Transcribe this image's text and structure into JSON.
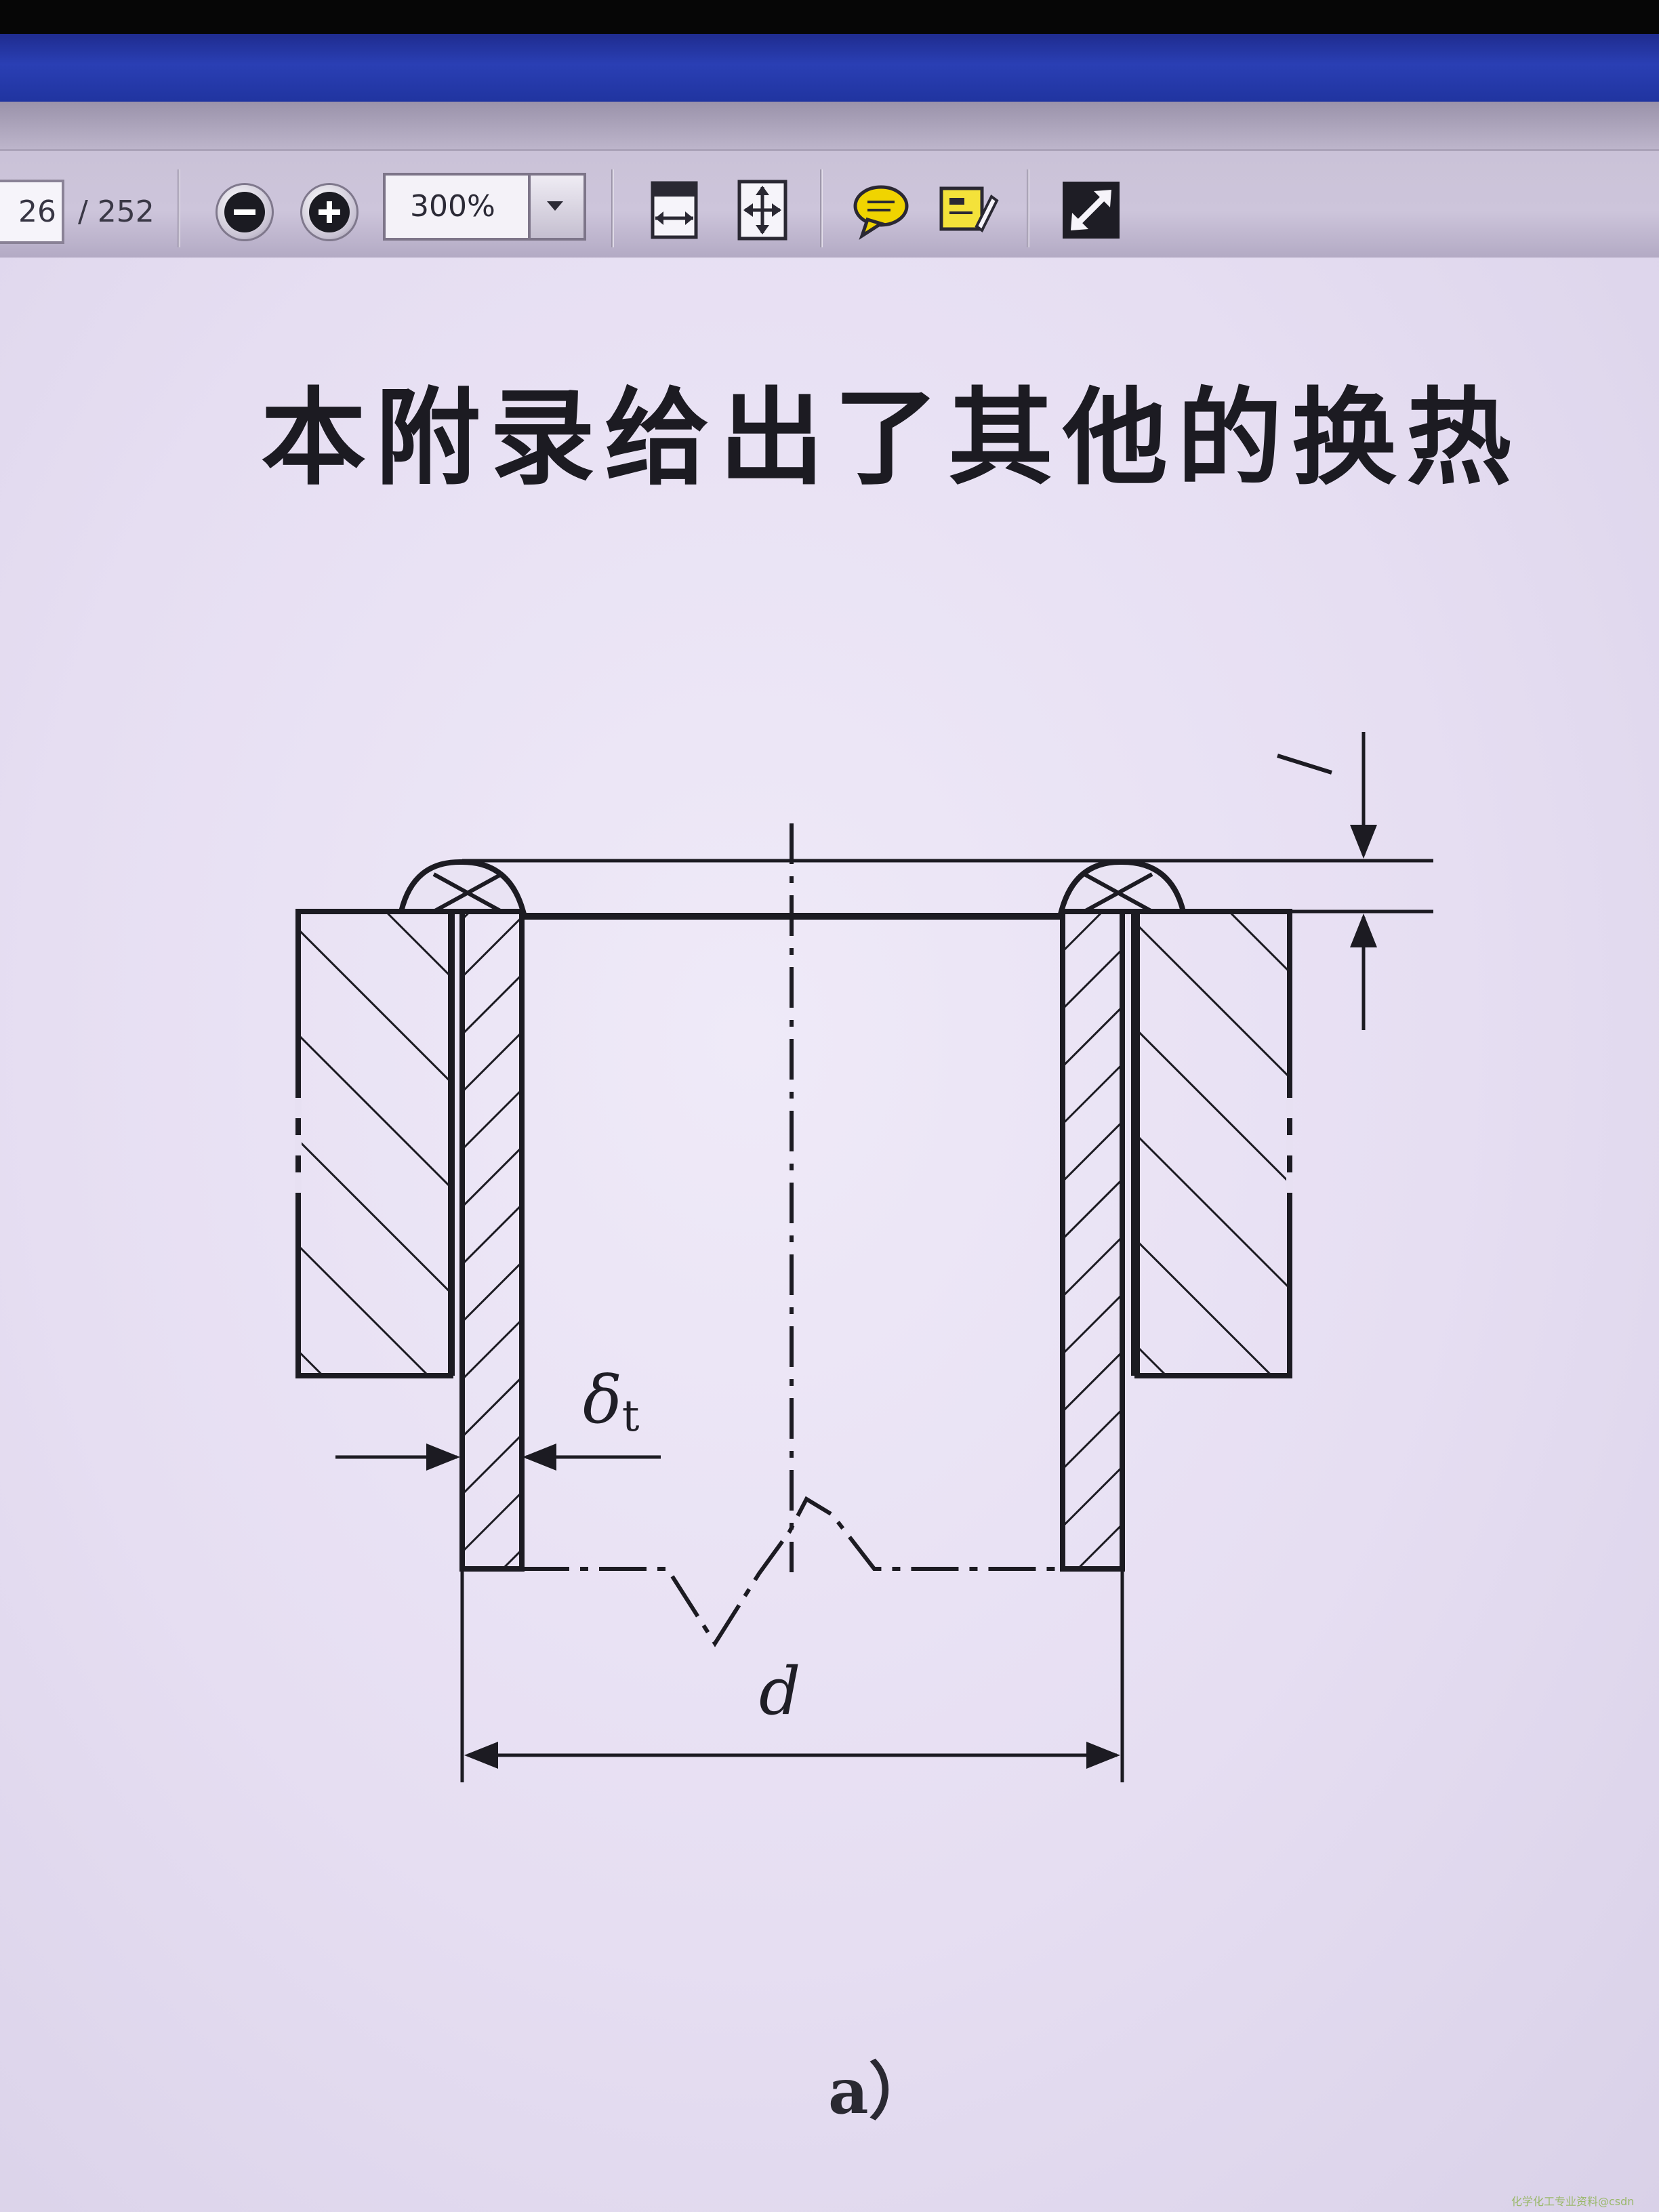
{
  "toolbar": {
    "page_current": "26",
    "page_total": "/ 252",
    "zoom_value": "300%"
  },
  "icons": {
    "zoom_out": "zoom-out-icon",
    "zoom_in": "zoom-in-icon",
    "fit_width": "fit-width-icon",
    "fit_page": "fit-page-icon",
    "comment": "comment-icon",
    "highlight": "highlight-note-icon",
    "full_screen": "full-screen-icon"
  },
  "document": {
    "heading": "本附录给出了其他的换热",
    "label_delta": "δ",
    "label_delta_sub": "t",
    "label_d": "d",
    "caption": "a）",
    "watermark": "化学化工专业资料@csdn"
  },
  "colors": {
    "title_bar": "#2a3fb4",
    "toolbar": "#cdc5db",
    "page": "#e9e3f3",
    "ink": "#1c1b22"
  }
}
